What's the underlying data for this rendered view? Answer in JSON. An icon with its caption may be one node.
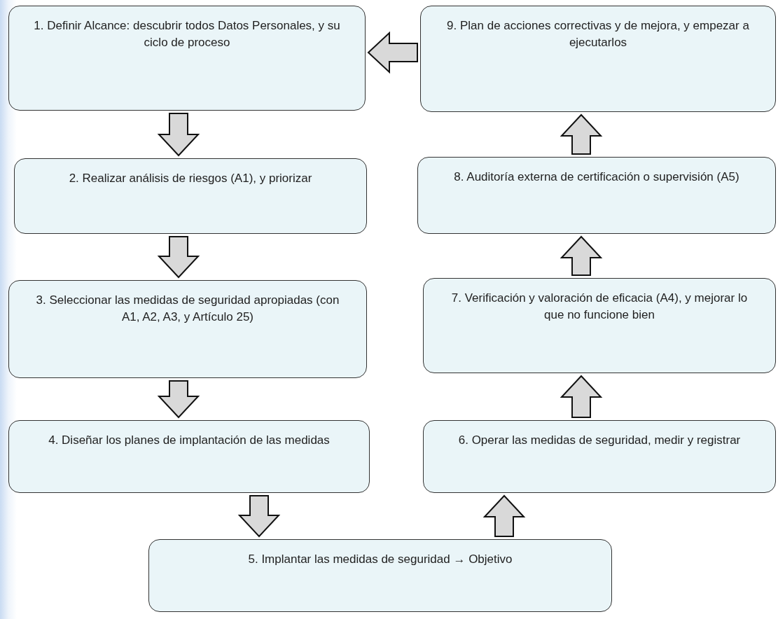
{
  "diagram": {
    "nodes": [
      {
        "text": [
          "1. Definir Alcance: descubrir todos Datos Personales, y su ciclo de proceso"
        ]
      },
      {
        "text": [
          "2. Realizar análisis de riesgos (A1), y priorizar"
        ]
      },
      {
        "text": [
          "3. Seleccionar las medidas de seguridad apropiadas (con A1, A2, A3, y Artículo 25)"
        ]
      },
      {
        "text": [
          "4. Diseñar los planes de implantación de las medidas"
        ]
      },
      {
        "text": [
          "5. Implantar las medidas de seguridad → Objetivo"
        ]
      },
      {
        "text": [
          "6. Operar las medidas de seguridad, medir y registrar"
        ]
      },
      {
        "text": [
          "7. Verificación y valoración de eficacia (A4), y mejorar lo que no funcione bien"
        ]
      },
      {
        "text": [
          "8. Auditoría externa de certificación o supervisión (A5)"
        ]
      },
      {
        "text": [
          "9. Plan de acciones correctivas y de mejora, y empezar a ejecutarlos"
        ]
      }
    ],
    "edges": [
      {
        "from": 0,
        "to": 1,
        "arrow": "to"
      },
      {
        "from": 1,
        "to": 2,
        "arrow": "to"
      },
      {
        "from": 2,
        "to": 3,
        "arrow": "to"
      },
      {
        "from": 3,
        "to": 4,
        "arrow": "to"
      },
      {
        "from": 4,
        "to": 5,
        "arrow": "to"
      },
      {
        "from": 5,
        "to": 6,
        "arrow": "to"
      },
      {
        "from": 6,
        "to": 7,
        "arrow": "to"
      },
      {
        "from": 7,
        "to": 8,
        "arrow": "to"
      },
      {
        "from": 8,
        "to": 0,
        "arrow": "to"
      }
    ]
  }
}
